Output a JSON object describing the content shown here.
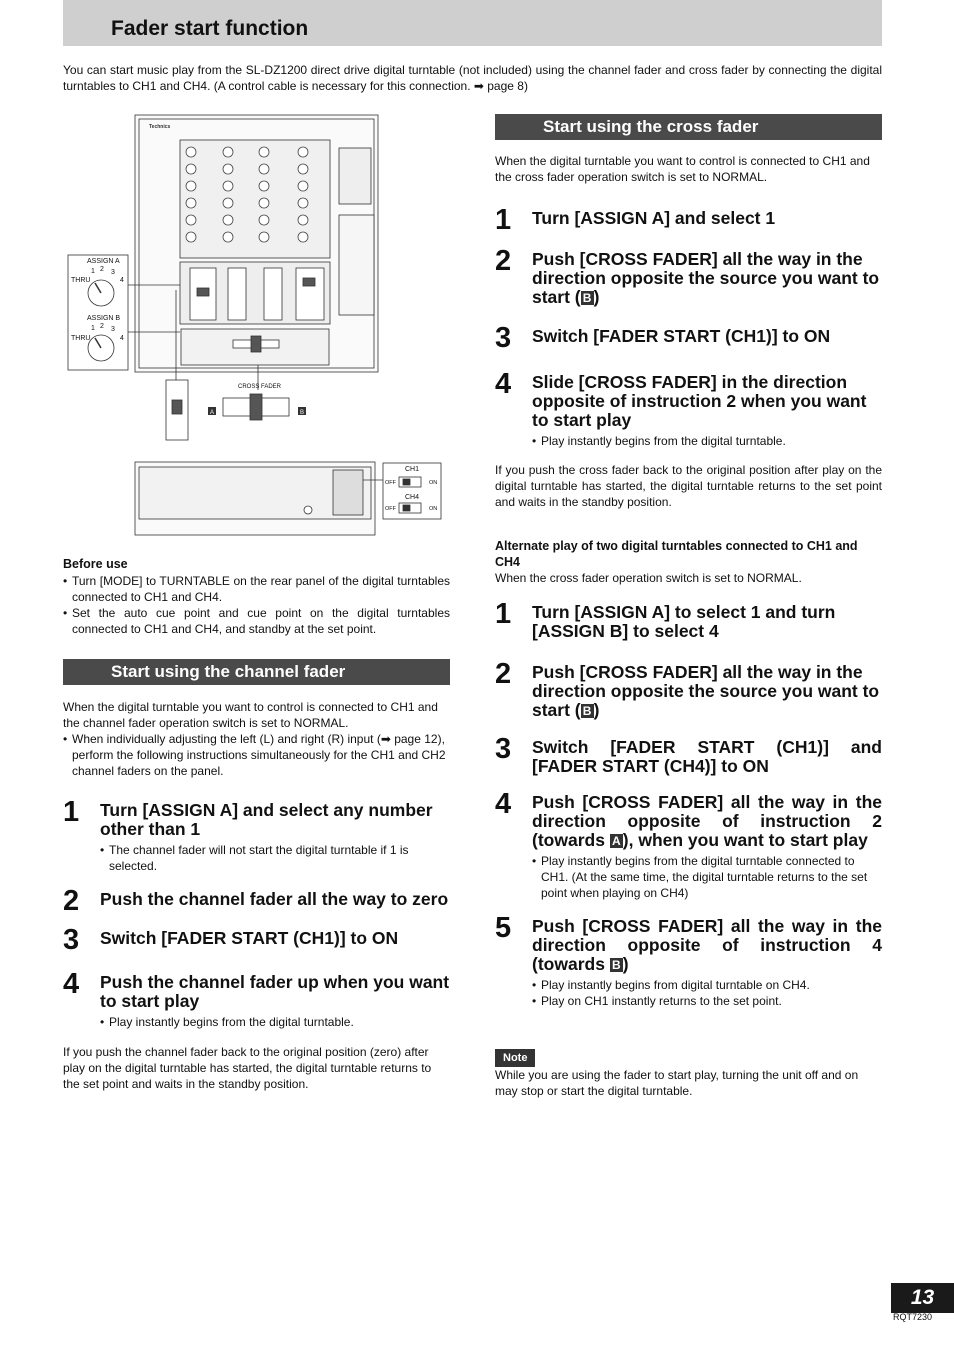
{
  "title": "Fader start function",
  "intro": "You can start music play from the SL-DZ1200 direct drive digital turntable (not included) using the channel fader and cross fader by connecting the digital turntables to CH1 and CH4. (A control cable is necessary for this connection. ➡ page 8)",
  "figure": {
    "brand": "Technics",
    "assign_a": "ASSIGN A",
    "assign_b": "ASSIGN B",
    "thru": "THRU",
    "n1": "1",
    "n2": "2",
    "n3": "3",
    "n4": "4",
    "cross_fader": "CROSS FADER",
    "mark_a": "A",
    "mark_b": "B",
    "ch1": "CH1",
    "ch4": "CH4",
    "off": "OFF",
    "on": "ON"
  },
  "before_use": {
    "heading": "Before use",
    "items": [
      "Turn [MODE] to TURNTABLE on the rear panel of the digital turntables connected to CH1 and CH4.",
      "Set the auto cue point and cue point on the digital turntables connected to CH1 and CH4, and standby at the set point."
    ]
  },
  "channel": {
    "heading": "Start using the channel fader",
    "intro": "When the digital turntable you want to control is connected to CH1 and the channel fader operation switch is set to NORMAL.",
    "intro_bullet": "When individually adjusting the left (L) and right (R) input (➡ page 12), perform the following instructions simultaneously for the CH1 and CH2 channel faders on the panel.",
    "steps": [
      {
        "num": "1",
        "text": "Turn [ASSIGN A] and select any number other than 1",
        "note": "The channel fader will not start the digital turntable if 1 is selected."
      },
      {
        "num": "2",
        "text": "Push the channel fader all the way to zero"
      },
      {
        "num": "3",
        "text": "Switch [FADER START (CH1)] to ON"
      },
      {
        "num": "4",
        "text": "Push the channel fader up when you want to start play",
        "note": "Play instantly begins from the digital turntable."
      }
    ],
    "outro": "If you push the channel fader back to the original position (zero) after play on the digital turntable has started, the digital turntable returns to the set point and waits in the standby position."
  },
  "cross": {
    "heading": "Start using the cross fader",
    "intro": "When the digital turntable you want to control is connected to CH1 and the cross fader operation switch is set to NORMAL.",
    "s1": "Turn [ASSIGN A] and select 1",
    "s2_pre": "Push [CROSS FADER] all the way in the direction opposite the source you want to start (",
    "s2_box": "B",
    "s2_post": ")",
    "s3": "Switch [FADER START (CH1)] to ON",
    "s4": "Slide [CROSS FADER] in the direction opposite of instruction 2 when you want to start play",
    "s4_note": "Play instantly begins from the digital turntable.",
    "outro": "If you push the cross fader back to the original position after play on the digital turntable has started, the digital turntable returns to the set point and waits in the standby position."
  },
  "alternate": {
    "heading": "Alternate play of two digital turntables connected to CH1 and CH4",
    "sub": "When the cross fader operation switch is set to NORMAL.",
    "s1": "Turn [ASSIGN A] to select 1 and turn [ASSIGN B] to select 4",
    "s2_pre": "Push [CROSS FADER] all the way in the direction opposite the source you want to start (",
    "s2_box": "B",
    "s2_post": ")",
    "s3": "Switch [FADER START (CH1)] and [FADER START (CH4)] to ON",
    "s4_pre": "Push [CROSS FADER] all the way in the direction opposite of instruction 2 (towards ",
    "s4_box": "A",
    "s4_post": "), when you want to start play",
    "s4_note": "Play instantly begins from the digital turntable connected to CH1. (At the same time, the digital turntable returns to the set point when playing on CH4)",
    "s5_pre": "Push [CROSS FADER] all the way in the direction opposite of instruction 4 (towards ",
    "s5_box": "B",
    "s5_post": ")",
    "s5_notes": [
      "Play instantly begins from digital turntable on CH4.",
      "Play on CH1 instantly returns to the set point."
    ]
  },
  "note": {
    "tag": "Note",
    "text": "While you are using the fader to start play, turning the unit off and on may stop or start the digital turntable."
  },
  "page_number": "13",
  "doc_code": "RQT7230"
}
